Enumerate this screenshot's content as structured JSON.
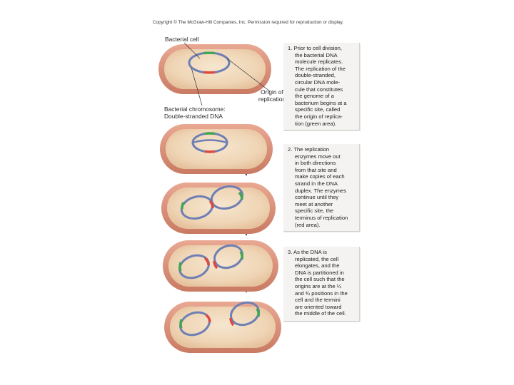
{
  "header": {
    "copyright": "Copyright © The McGraw-Hill Companies, Inc. Permission required for reproduction or display."
  },
  "labels": {
    "bacterial_cell": "Bacterial cell",
    "origin_of_replication": [
      "Origin of",
      "replication"
    ],
    "bacterial_chromosome": [
      "Bacterial chromosome:",
      "Double-stranded DNA"
    ]
  },
  "steps": [
    {
      "number": "1.",
      "lines": [
        "Prior to cell division,",
        "the bacterial DNA",
        "molecule replicates.",
        "The replication of the",
        "double-stranded,",
        "circular DNA mole-",
        "cule that constitutes",
        "the genome of a",
        "bacterium begins at a",
        "specific site, called",
        "the origin of replica-",
        "tion (green area)."
      ]
    },
    {
      "number": "2.",
      "lines": [
        "The replication",
        "enzymes move out",
        "in both directions",
        "from that site and",
        "make copies of each",
        "strand in the DNA",
        "duplex. The enzymes",
        "continue until they",
        "meet at another",
        "specific site, the",
        "terminus of replication",
        "(red area)."
      ]
    },
    {
      "number": "3.",
      "lines": [
        "As the DNA is",
        "replicated, the cell",
        "elongates, and the",
        "DNA is partitioned in",
        "the cell such that the",
        "origins are at the ¼",
        "and ¾ positions in the",
        "cell and the termini",
        "are oriented toward",
        "the middle of the cell."
      ]
    }
  ],
  "colors": {
    "cell_outer": "#d9907a",
    "cell_inner": "#f2dcc0",
    "dna_strand": "#6e7fb4",
    "origin_green": "#3fa652",
    "terminus_red": "#e0483c",
    "panel_bg": "#f4f3f1"
  },
  "icons": [
    "down-arrow-icon"
  ]
}
